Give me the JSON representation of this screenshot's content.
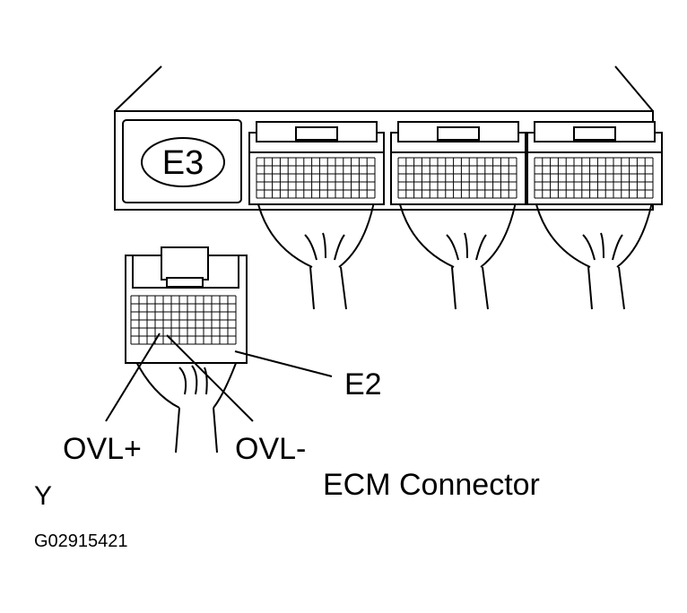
{
  "ecm_label": "E3",
  "callouts": {
    "e2": "E2",
    "ovl_plus": "OVL+",
    "ovl_minus": "OVL-"
  },
  "caption": "ECM Connector",
  "view_marker": "Y",
  "figure_id": "G02915421"
}
